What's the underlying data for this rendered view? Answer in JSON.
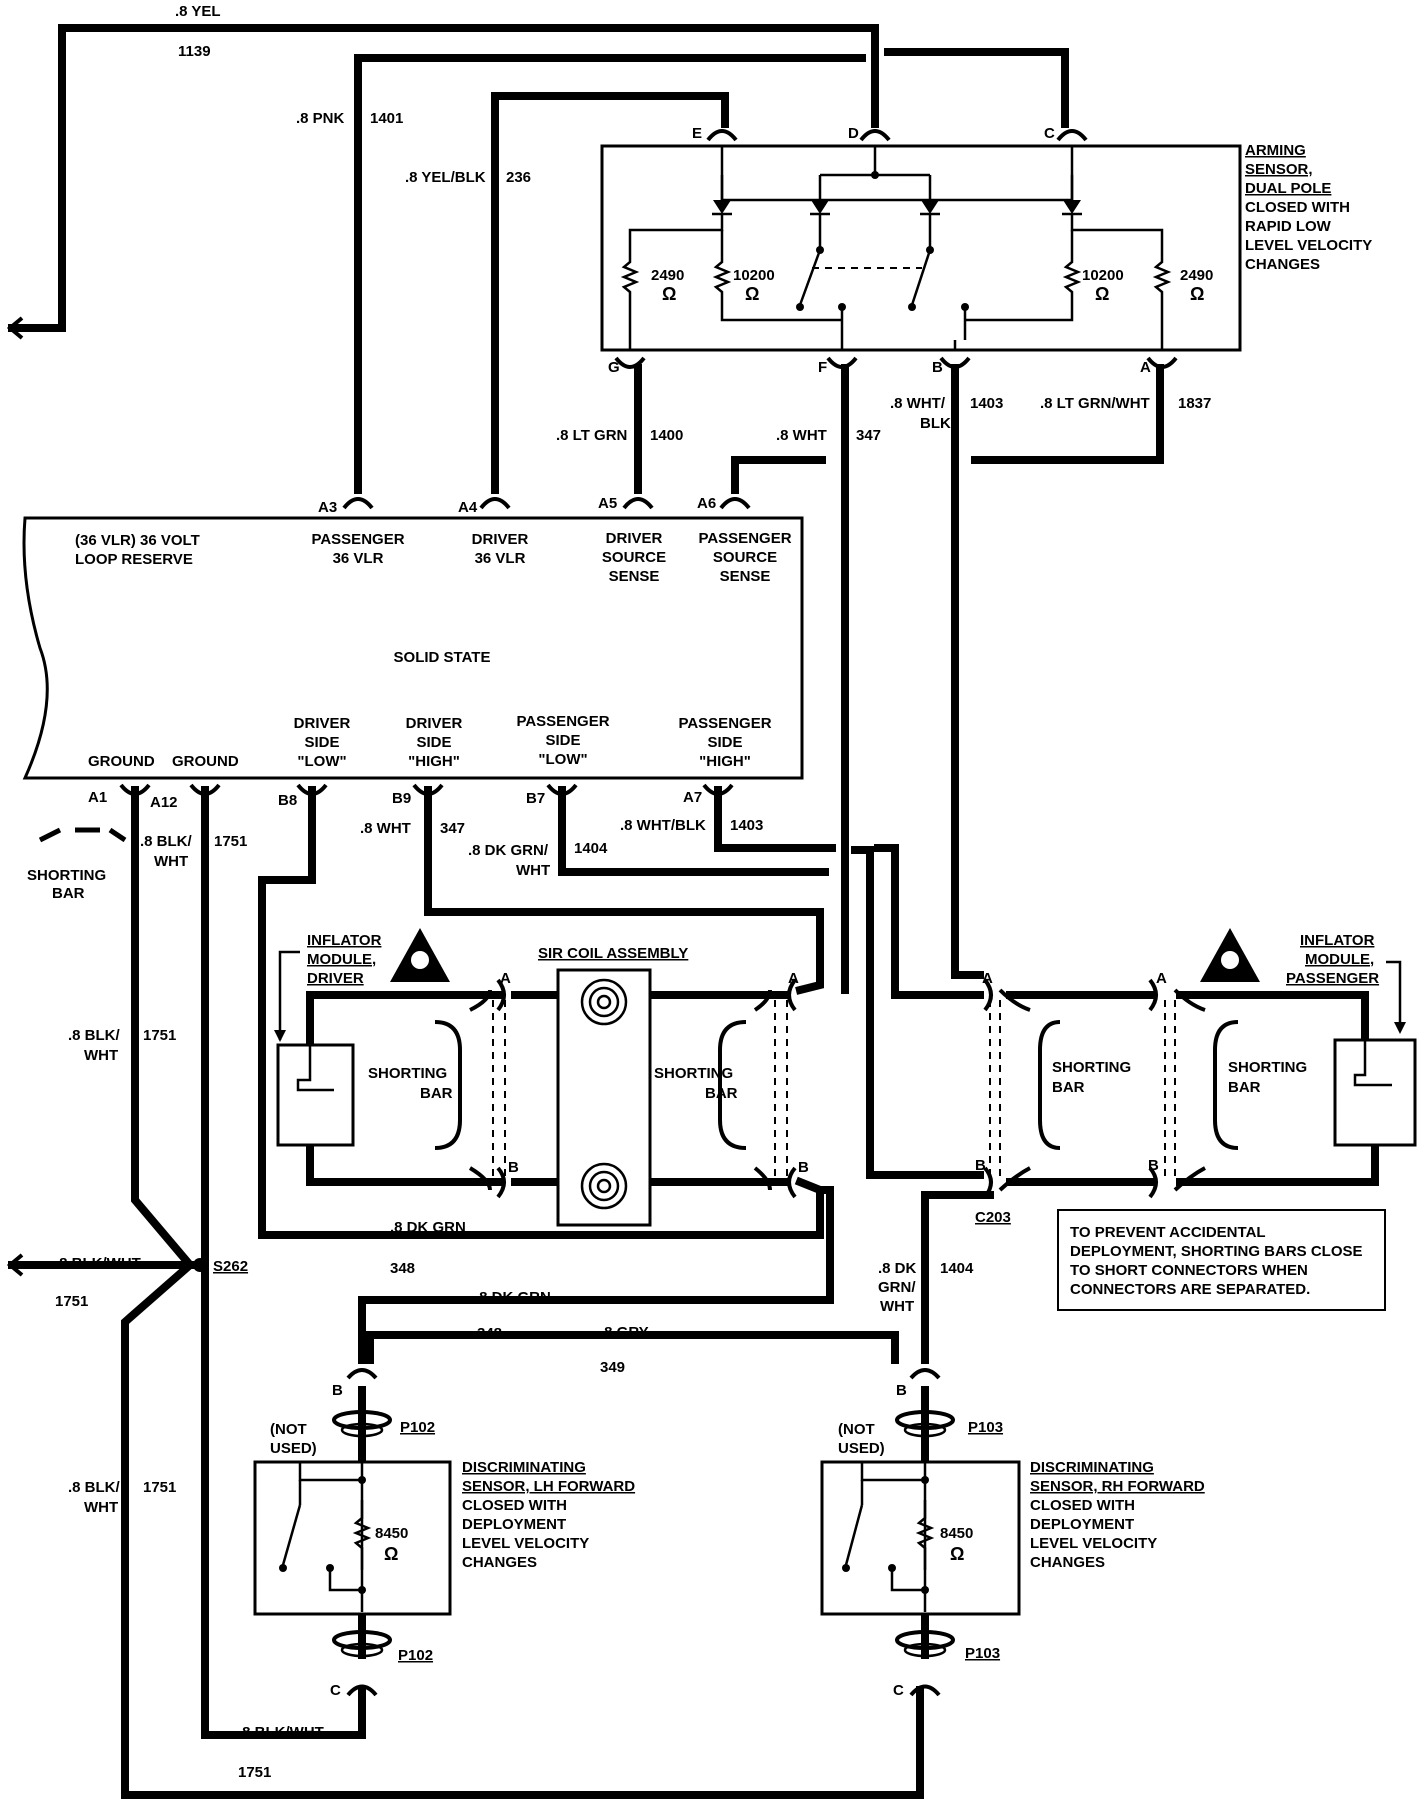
{
  "wires": {
    "w1139": {
      "size": ".8 YEL",
      "circuit": "1139"
    },
    "w1401": {
      "size": ".8 PNK",
      "circuit": "1401"
    },
    "w236": {
      "size": ".8 YEL/BLK",
      "circuit": "236"
    },
    "w1400": {
      "size": ".8 LT GRN",
      "circuit": "1400"
    },
    "w347top": {
      "size": ".8 WHT",
      "circuit": "347"
    },
    "w1403top": {
      "size1": ".8 WHT/",
      "size2": "BLK",
      "circuit": "1403"
    },
    "w1837": {
      "size": ".8 LT GRN/WHT",
      "circuit": "1837"
    },
    "w1751a": {
      "size1": ".8 BLK/",
      "size2": "WHT",
      "circuit": "1751"
    },
    "w347b9": {
      "size": ".8 WHT",
      "circuit": "347"
    },
    "w1404a": {
      "size1": ".8 DK GRN/",
      "size2": "WHT",
      "circuit": "1404"
    },
    "w1403a7": {
      "size": ".8 WHT/BLK",
      "circuit": "1403"
    },
    "w1751left": {
      "size1": ".8 BLK/",
      "size2": "WHT",
      "circuit": "1751"
    },
    "w348loop": {
      "size": ".8 DK GRN",
      "circuit": "348"
    },
    "w1751s262": {
      "size": ".8 BLK/WHT",
      "circuit": "1751"
    },
    "w348lower": {
      "size": ".8 DK GRN",
      "circuit": "348"
    },
    "w349": {
      "size": ".8 GRY",
      "circuit": "349"
    },
    "w1404b": {
      "size1": ".8 DK",
      "size2": "GRN/",
      "size3": "WHT",
      "circuit": "1404"
    },
    "w1751lower": {
      "size1": ".8 BLK/",
      "size2": "WHT",
      "circuit": "1751"
    },
    "w1751bottom": {
      "size": ".8 BLK/WHT",
      "circuit": "1751"
    }
  },
  "arming_sensor": {
    "lines": [
      "ARMING",
      "SENSOR,",
      "DUAL POLE",
      "CLOSED WITH",
      "RAPID LOW",
      "LEVEL VELOCITY",
      "CHANGES"
    ],
    "res_outer": "2490",
    "res_inner": "10200",
    "ohm": "Ω",
    "pins": {
      "E": "E",
      "D": "D",
      "C": "C",
      "G": "G",
      "F": "F",
      "B": "B",
      "A": "A"
    }
  },
  "module": {
    "pins": {
      "A3": "A3",
      "A4": "A4",
      "A5": "A5",
      "A6": "A6",
      "A1": "A1",
      "A12": "A12",
      "B8": "B8",
      "B9": "B9",
      "B7": "B7",
      "A7": "A7"
    },
    "vlr": [
      "(36 VLR) 36 VOLT",
      "LOOP RESERVE"
    ],
    "passenger_vlr": [
      "PASSENGER",
      "36 VLR"
    ],
    "driver_vlr": [
      "DRIVER",
      "36 VLR"
    ],
    "driver_sense": [
      "DRIVER",
      "SOURCE",
      "SENSE"
    ],
    "passenger_sense": [
      "PASSENGER",
      "SOURCE",
      "SENSE"
    ],
    "title": "SOLID STATE",
    "ground1": "GROUND",
    "ground2": "GROUND",
    "driver_low": [
      "DRIVER",
      "SIDE",
      "\"LOW\""
    ],
    "driver_high": [
      "DRIVER",
      "SIDE",
      "\"HIGH\""
    ],
    "passenger_low": [
      "PASSENGER",
      "SIDE",
      "\"LOW\""
    ],
    "passenger_high": [
      "PASSENGER",
      "SIDE",
      "\"HIGH\""
    ]
  },
  "shorting_bar": {
    "line1": "SHORTING",
    "line2": "BAR"
  },
  "inflator_driver": [
    "INFLATOR",
    "MODULE,",
    "DRIVER"
  ],
  "inflator_passenger": [
    "INFLATOR",
    "MODULE,",
    "PASSENGER"
  ],
  "sir_coil": "SIR COIL ASSEMBLY",
  "connector_c203": "C203",
  "splice": "S262",
  "note": [
    "TO PREVENT ACCIDENTAL",
    "DEPLOYMENT, SHORTING BARS CLOSE",
    "TO SHORT CONNECTORS WHEN",
    "CONNECTORS ARE SEPARATED."
  ],
  "lh_sensor": {
    "not_used": [
      "(NOT",
      "USED)"
    ],
    "lines": [
      "DISCRIMINATING",
      "SENSOR, LH FORWARD",
      "CLOSED WITH",
      "DEPLOYMENT",
      "LEVEL VELOCITY",
      "CHANGES"
    ],
    "resistor": "8450",
    "ohm": "Ω",
    "connector": "P102"
  },
  "rh_sensor": {
    "not_used": [
      "(NOT",
      "USED)"
    ],
    "lines": [
      "DISCRIMINATING",
      "SENSOR, RH FORWARD",
      "CLOSED WITH",
      "DEPLOYMENT",
      "LEVEL VELOCITY",
      "CHANGES"
    ],
    "resistor": "8450",
    "ohm": "Ω",
    "connector": "P103"
  },
  "pin_a": "A",
  "pin_b": "B",
  "pin_c": "C"
}
